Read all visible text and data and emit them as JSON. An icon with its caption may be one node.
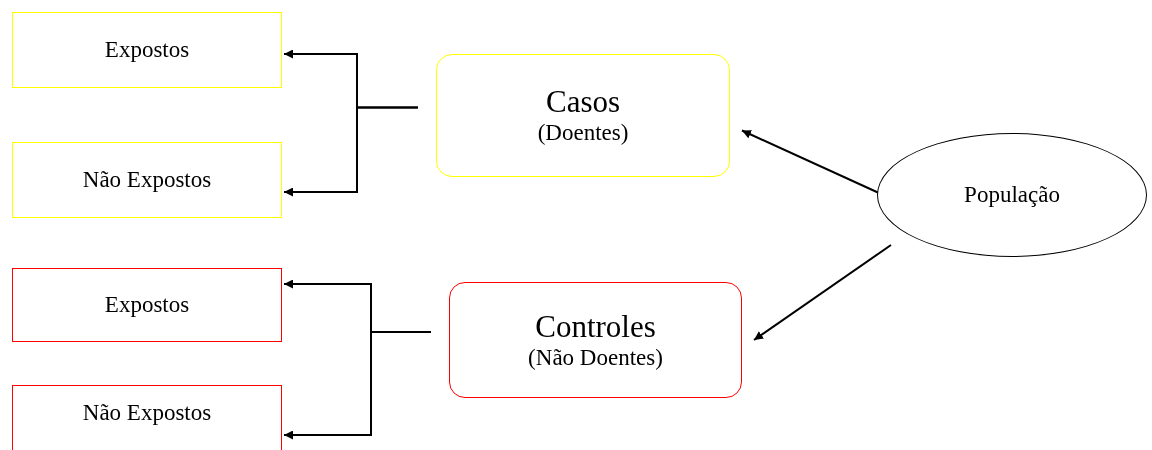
{
  "diagram": {
    "nodes": [
      {
        "text": [
          "Expostos"
        ]
      },
      {
        "text": [
          "Não Expostos"
        ]
      },
      {
        "text": [
          "Casos",
          "(Doentes)"
        ]
      },
      {
        "text": [
          "Expostos"
        ]
      },
      {
        "text": [
          "Não Expostos"
        ]
      },
      {
        "text": [
          "Controles",
          "(Não Doentes)"
        ]
      },
      {
        "text": [
          "População"
        ]
      }
    ],
    "edges": [
      {
        "from": 6,
        "to": 2,
        "arrow": "to"
      },
      {
        "from": 6,
        "to": 5,
        "arrow": "to"
      },
      {
        "from": 2,
        "to": 0,
        "arrow": "to"
      },
      {
        "from": 2,
        "to": 1,
        "arrow": "to"
      },
      {
        "from": 5,
        "to": 3,
        "arrow": "to"
      },
      {
        "from": 5,
        "to": 4,
        "arrow": "to"
      }
    ]
  }
}
